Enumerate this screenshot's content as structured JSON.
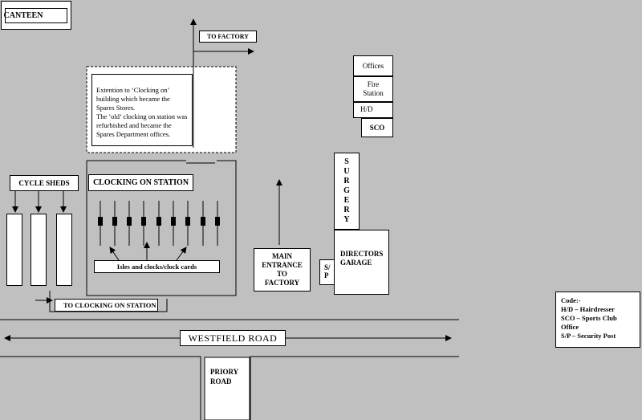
{
  "labels": {
    "canteen": "CANTEEN",
    "to_factory": "TO FACTORY",
    "extension_note": "Extention to ‘Clocking on’ building which became the Spares Stores.\nThe ’old’ clocking on station was refurbished and became the Spares Department offices.",
    "offices": "Offices",
    "fire_station": "Fire Station",
    "hd": "H/D",
    "sco": "SCO",
    "cycle_sheds": "CYCLE SHEDS",
    "clocking_on_station": "CLOCKING ON STATION",
    "surgery": "SURGERY",
    "isles": "Isles and clocks/clock cards",
    "main_entrance": "MAIN ENTRANCE TO FACTORY",
    "sp": "S/P",
    "directors_garage": "DIRECTORS GARAGE",
    "to_clocking_on_station": "TO CLOCKING ON STATION",
    "westfield_road": "WESTFIELD ROAD",
    "priory_road": "PRIORY ROAD"
  },
  "legend": {
    "title": "Code:-",
    "items": [
      "H/D – Hairdresser",
      "SCO – Sports Club Office",
      "S/P – Security Post"
    ]
  },
  "colors": {
    "background": "#c0c0c0",
    "box_fill": "#ffffff",
    "line": "#000000"
  }
}
